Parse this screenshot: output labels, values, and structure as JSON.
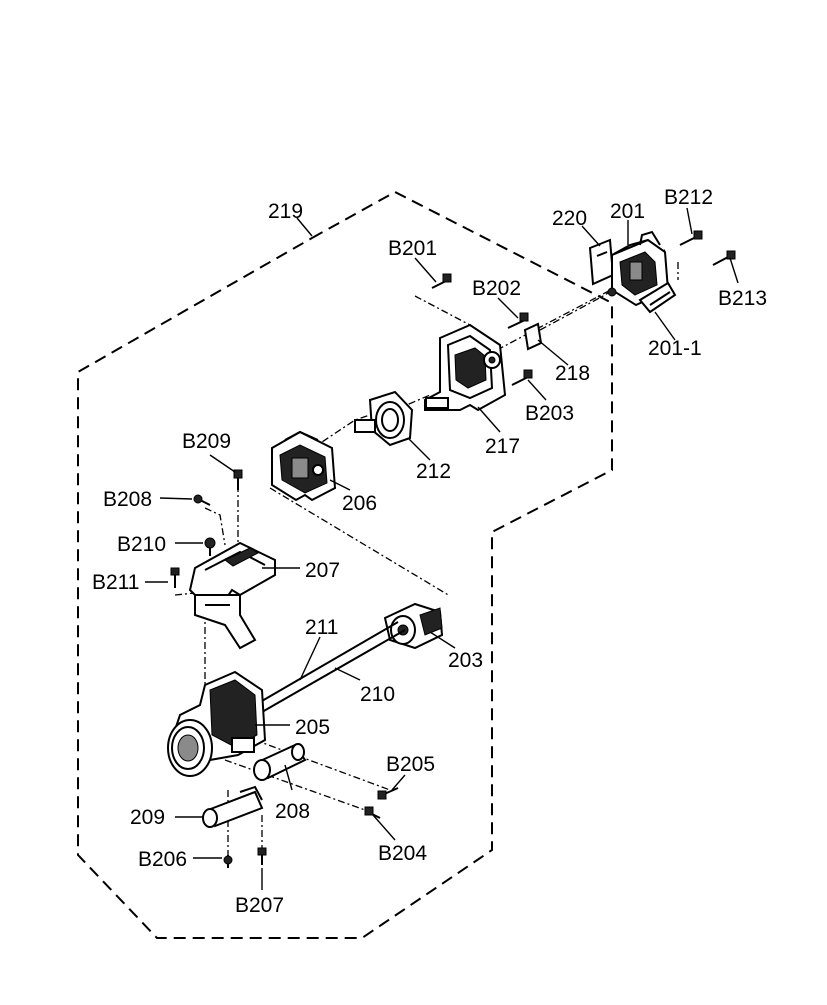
{
  "labels": {
    "p219": "219",
    "p220": "220",
    "p201": "201",
    "b212": "B212",
    "b201": "B201",
    "b213": "B213",
    "b202": "B202",
    "p201_1": "201-1",
    "p218": "218",
    "b203": "B203",
    "p217": "217",
    "p212": "212",
    "b209": "B209",
    "p206": "206",
    "b208": "B208",
    "b210": "B210",
    "p207": "207",
    "b211": "B211",
    "p211": "211",
    "p203": "203",
    "p210": "210",
    "p205": "205",
    "b205": "B205",
    "p209": "209",
    "p208": "208",
    "b204": "B204",
    "b206": "B206",
    "b207": "B207"
  }
}
